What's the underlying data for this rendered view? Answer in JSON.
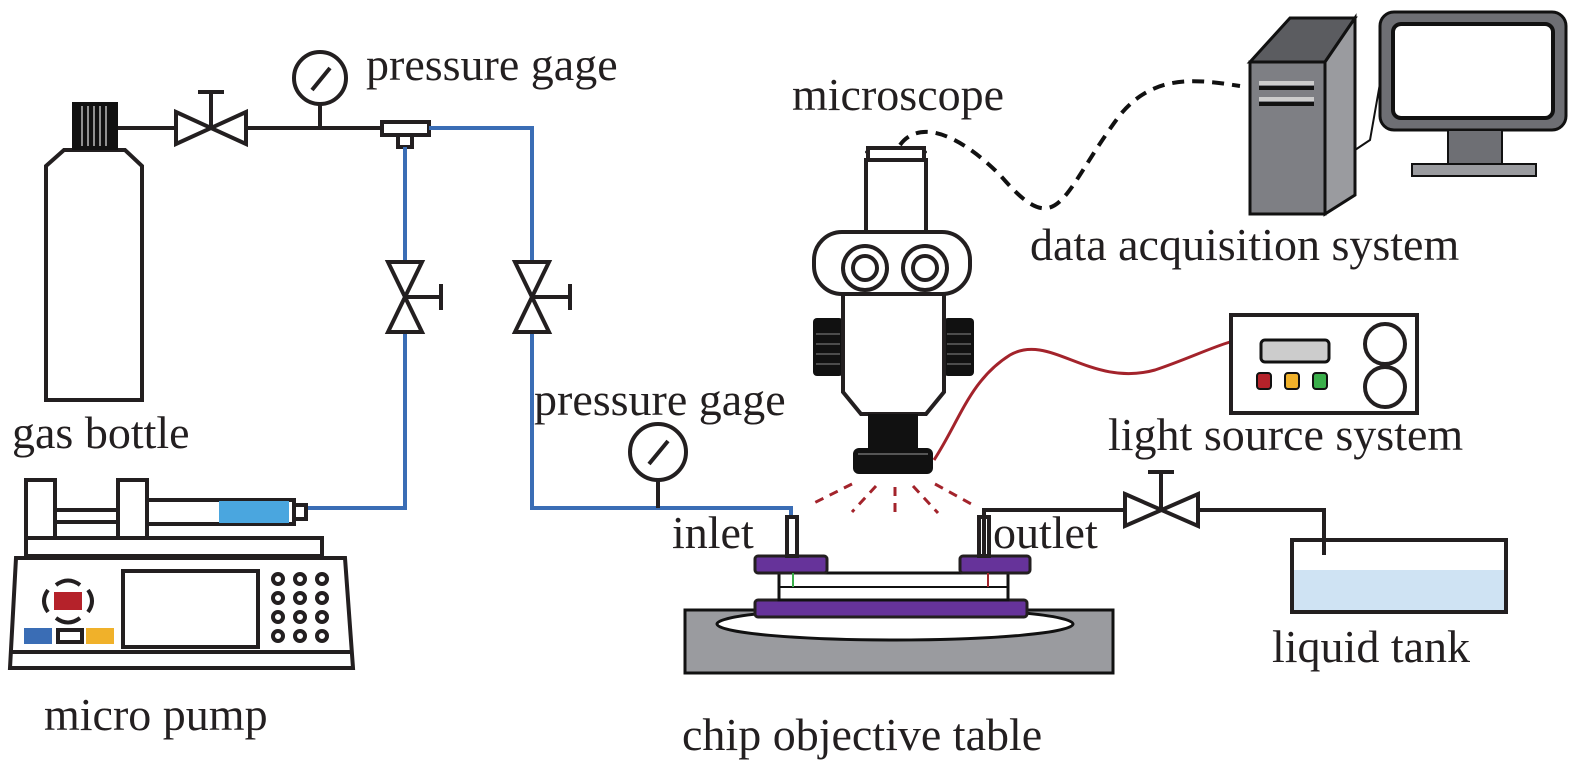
{
  "labels": {
    "pressure_gage_top": "pressure gage",
    "microscope": "microscope",
    "data_acquisition": "data acquisition system",
    "gas_bottle": "gas bottle",
    "pressure_gage_mid": "pressure gage",
    "light_source": "light source system",
    "inlet": "inlet",
    "outlet": "outlet",
    "micro_pump": "micro pump",
    "liquid_tank": "liquid tank",
    "chip_table": "chip objective table"
  },
  "colors": {
    "gas_line": "#3a6db5",
    "light_cable": "#a3232b",
    "chip_holder": "#66339a",
    "table": "#9a9b9f",
    "syringe_fluid": "#4aa6df",
    "liquid": "#cfe3f3",
    "pump_red": "#b5222a",
    "pump_blue": "#3a6db5",
    "pump_yellow": "#f0b12a",
    "led_red": "#b5222a",
    "led_yellow": "#f0b12a",
    "led_green": "#3aae4a"
  }
}
